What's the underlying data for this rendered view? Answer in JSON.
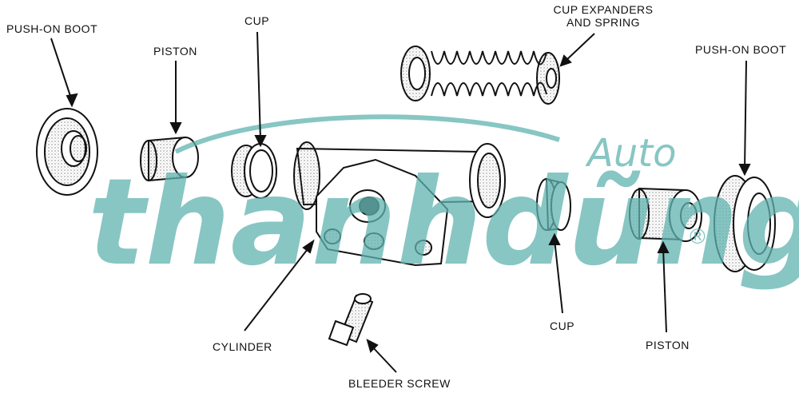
{
  "labels": {
    "push_on_boot_left": "PUSH-ON BOOT",
    "piston_left": "PISTON",
    "cup_left": "CUP",
    "cup_expanders_line1": "CUP EXPANDERS",
    "cup_expanders_line2": "AND SPRING",
    "push_on_boot_right": "PUSH-ON BOOT",
    "cylinder": "CYLINDER",
    "bleeder_screw": "BLEEDER SCREW",
    "cup_right": "CUP",
    "piston_right": "PISTON"
  },
  "watermark": {
    "brand": "thanhdũng",
    "sub": "Auto",
    "mark": "®",
    "color": "#5fb3b0"
  },
  "colors": {
    "ink": "#111111",
    "paper": "#ffffff"
  }
}
